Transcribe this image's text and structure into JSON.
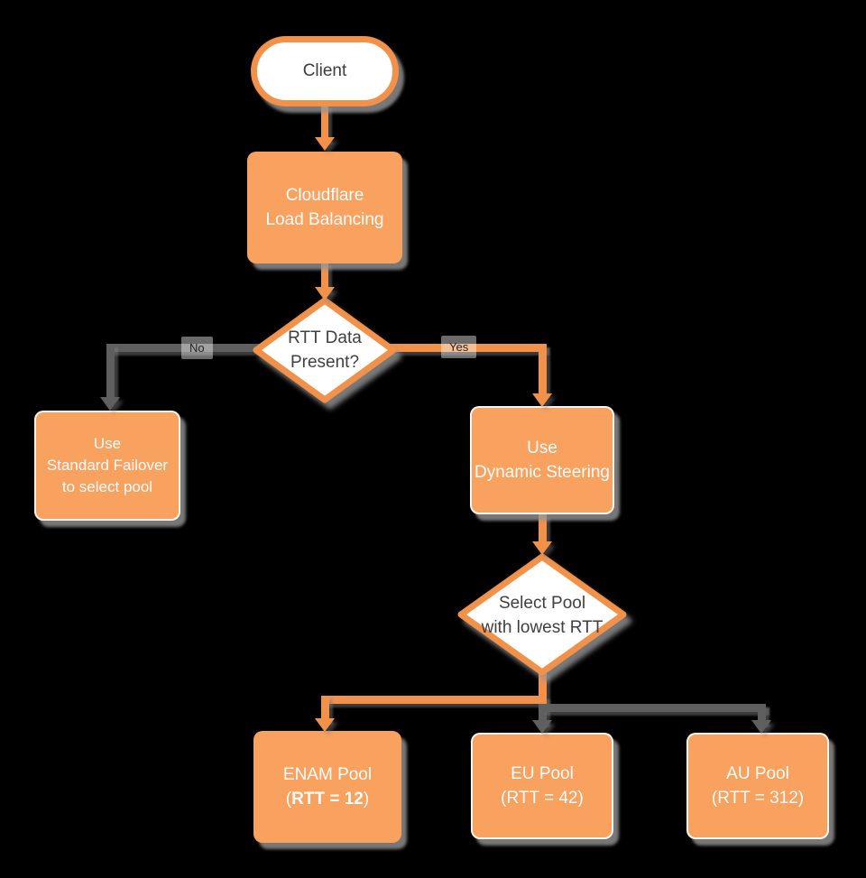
{
  "colors": {
    "background": "#000000",
    "node_fill_orange": "#F9A15E",
    "accent_orange": "#F2914A",
    "connector_gray": "#5F5F5F",
    "text_dark": "#3C3C3C",
    "text_light": "#FDFDFD"
  },
  "nodes": {
    "client": {
      "label": "Client"
    },
    "cloudflare": {
      "line1": "Cloudflare",
      "line2": "Load Balancing"
    },
    "rtt_decision": {
      "line1": "RTT Data",
      "line2": "Present?"
    },
    "standard_failover": {
      "line1": "Use",
      "line2": "Standard Failover",
      "line3": "to select pool"
    },
    "dynamic_steering": {
      "line1": "Use",
      "line2": "Dynamic Steering"
    },
    "select_pool": {
      "line1": "Select Pool",
      "line2": "with lowest RTT"
    },
    "pools": [
      {
        "name": "ENAM Pool",
        "rtt_open": "(",
        "rtt": "RTT = 12",
        "rtt_close": ")"
      },
      {
        "name": "EU Pool",
        "rtt_open": "(",
        "rtt": "RTT = 42",
        "rtt_close": ")"
      },
      {
        "name": "AU Pool",
        "rtt_open": "(",
        "rtt": "RTT = 312",
        "rtt_close": ")"
      }
    ]
  },
  "edges": {
    "no_label": "No",
    "yes_label": "Yes"
  }
}
